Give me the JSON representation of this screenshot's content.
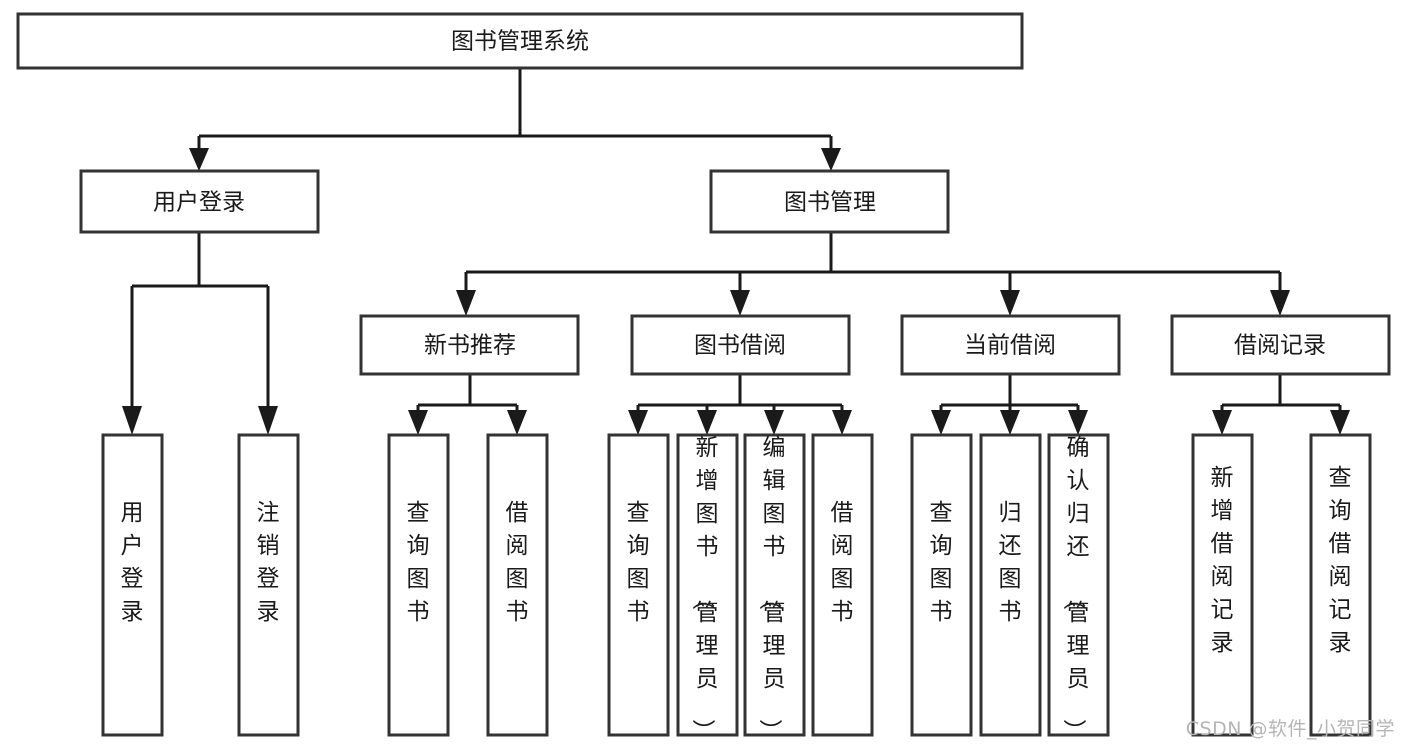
{
  "diagram": {
    "title": "图书管理系统",
    "type": "tree",
    "watermark": "CSDN @软件_小贺同学",
    "colors": {
      "box_stroke": "#333333",
      "box_fill": "#ffffff",
      "connector": "#1a1a1a",
      "text": "#1a1a1a",
      "watermark": "#b5b5b5",
      "background": "#ffffff"
    },
    "root": {
      "label": "图书管理系统"
    },
    "level2": [
      {
        "label": "用户登录"
      },
      {
        "label": "图书管理"
      }
    ],
    "level3": [
      {
        "label": "新书推荐"
      },
      {
        "label": "图书借阅"
      },
      {
        "label": "当前借阅"
      },
      {
        "label": "借阅记录"
      }
    ],
    "leaves": {
      "user_login": [
        {
          "label": "用户登录"
        },
        {
          "label": "注销登录"
        }
      ],
      "new_book_recommend": [
        {
          "label": "查询图书"
        },
        {
          "label": "借阅图书"
        }
      ],
      "book_borrow": [
        {
          "label": "查询图书"
        },
        {
          "label": "新增图书（管理员）"
        },
        {
          "label": "编辑图书（管理员）"
        },
        {
          "label": "借阅图书"
        }
      ],
      "current_borrow": [
        {
          "label": "查询图书"
        },
        {
          "label": "归还图书"
        },
        {
          "label": "确认归还（管理员）"
        }
      ],
      "borrow_record": [
        {
          "label": "新增借阅记录"
        },
        {
          "label": "查询借阅记录"
        }
      ]
    }
  }
}
